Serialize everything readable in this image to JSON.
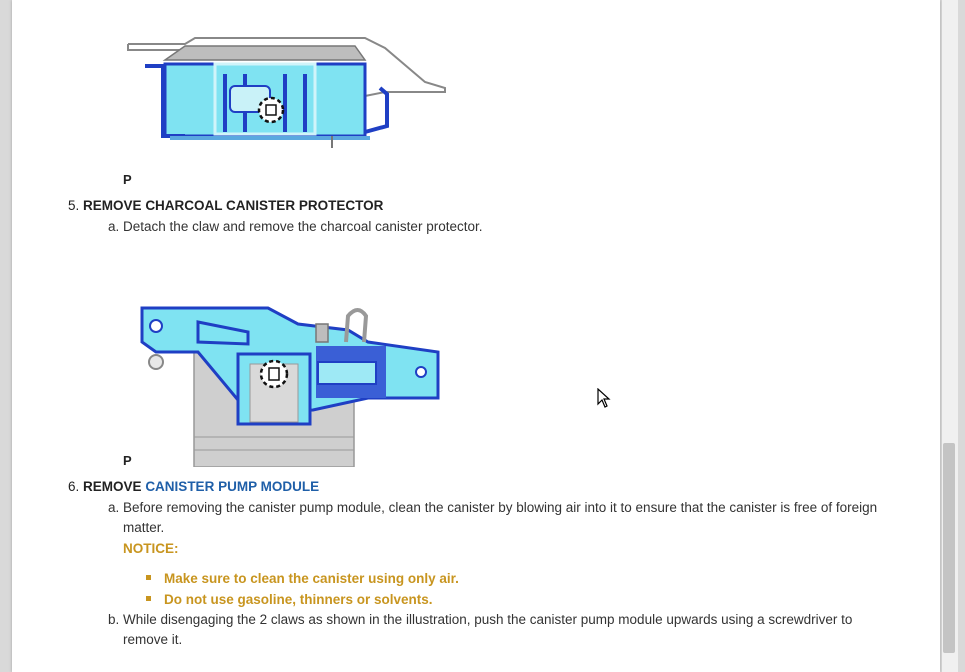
{
  "figures": {
    "fig1_label": "P",
    "fig2_label": "P"
  },
  "steps": [
    {
      "number": "5.",
      "verb": "REMOVE",
      "title": "CHARCOAL CANISTER PROTECTOR",
      "substeps": [
        {
          "letter": "a.",
          "line1": "Detach the claw and remove the charcoal canister protector."
        }
      ]
    },
    {
      "number": "6.",
      "verb": "REMOVE",
      "title": "CANISTER PUMP MODULE",
      "substeps": [
        {
          "letter": "a.",
          "line1": "Before removing the canister pump module, clean the canister by blowing air into it to ensure that the canister is free of foreign",
          "line2": "matter."
        },
        {
          "letter": "b.",
          "line1": "While disengaging the 2 claws as shown in the illustration, push the canister pump module upwards using a screwdriver to",
          "line2": "remove it."
        }
      ],
      "notice": {
        "label": "NOTICE:",
        "items": [
          "Make sure to clean the canister using only air.",
          "Do not use gasoline, thinners or solvents."
        ]
      }
    }
  ],
  "colors": {
    "link": "#1f5fa8",
    "notice": "#c8951f",
    "highlight": "#7fe3f2",
    "outline_blue": "#1f3fc4"
  }
}
